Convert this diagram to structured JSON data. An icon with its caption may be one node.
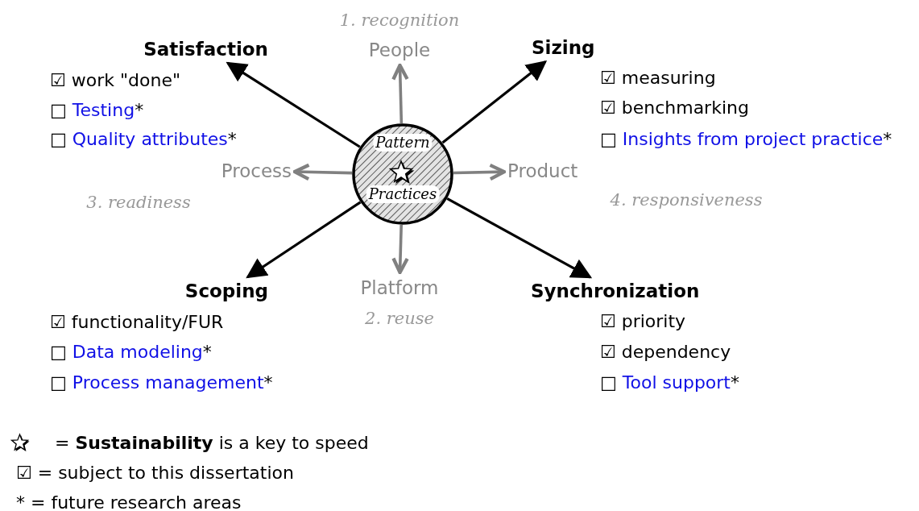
{
  "diagram": {
    "nodes": [
      {
        "text": [
          "Pattern",
          "Practices"
        ]
      },
      {
        "text": [
          "Satisfaction"
        ],
        "beside": [
          "☑ work \"done\"",
          "□ Testing*",
          "□ Quality attributes*"
        ]
      },
      {
        "text": [
          "Sizing"
        ],
        "beside": [
          "☑ measuring",
          "☑ benchmarking",
          "□ Insights from project practice*"
        ]
      },
      {
        "text": [
          "Scoping"
        ],
        "beside": [
          "☑ functionality/FUR",
          "□ Data modeling*",
          "□ Process management*"
        ]
      },
      {
        "text": [
          "Synchronization"
        ],
        "beside": [
          "☑ priority",
          "☑ dependency",
          "□ Tool support*"
        ]
      },
      {
        "text": [
          "People"
        ],
        "beside": [
          "1. recognition"
        ]
      },
      {
        "text": [
          "Process"
        ],
        "beside": [
          "3. readiness"
        ]
      },
      {
        "text": [
          "Product"
        ],
        "beside": [
          "4. responsiveness"
        ]
      },
      {
        "text": [
          "Platform"
        ],
        "beside": [
          "2. reuse"
        ]
      }
    ],
    "edges": [
      {
        "from": 0,
        "to": 1,
        "arrow": "to"
      },
      {
        "from": 0,
        "to": 2,
        "arrow": "to"
      },
      {
        "from": 0,
        "to": 3,
        "arrow": "to"
      },
      {
        "from": 0,
        "to": 4,
        "arrow": "to"
      },
      {
        "from": 0,
        "to": 5,
        "arrow": "to",
        "color": "#808080"
      },
      {
        "from": 0,
        "to": 6,
        "arrow": "to",
        "color": "#808080"
      },
      {
        "from": 0,
        "to": 7,
        "arrow": "to",
        "color": "#808080"
      },
      {
        "from": 0,
        "to": 8,
        "arrow": "to",
        "color": "#808080"
      }
    ],
    "legend": [
      {
        "text": "= **Sustainability** is a key to speed"
      },
      {
        "text": "☑ = subject to this dissertation"
      },
      {
        "text": "* = future research areas"
      }
    ]
  }
}
